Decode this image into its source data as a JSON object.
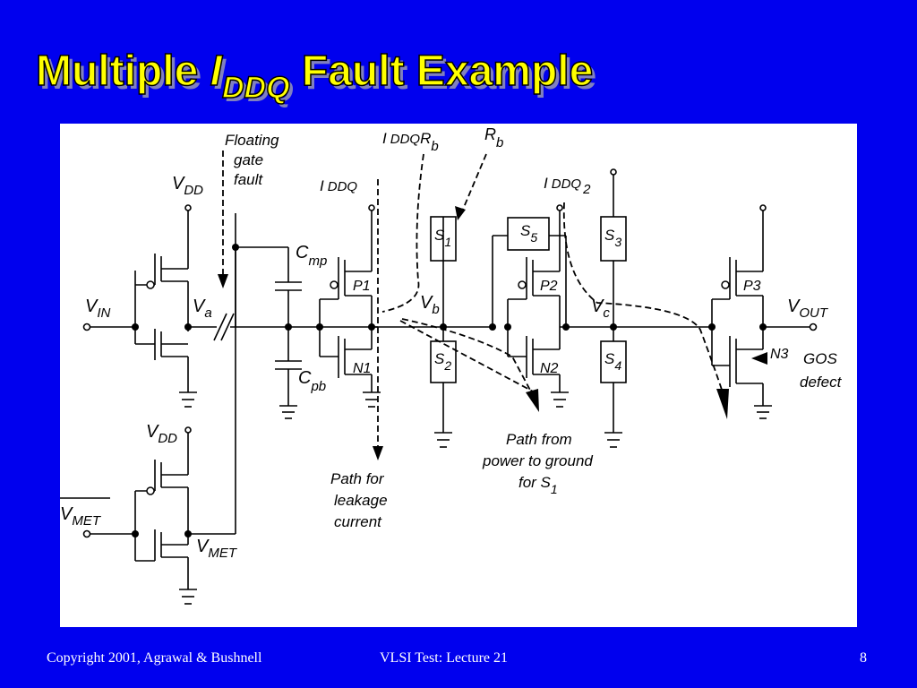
{
  "slide": {
    "title_part1": "Multiple ",
    "title_italic": "I",
    "title_sub": "DDQ",
    "title_part2": " Fault Example",
    "footer_left": "Copyright 2001, Agrawal & Bushnell",
    "footer_center": "VLSI Test: Lecture 21",
    "footer_right": "8"
  },
  "colors": {
    "background": "#0000ee",
    "title": "#ffff00",
    "title_shadow": "#8080c0",
    "panel": "#ffffff",
    "ink": "#000000"
  },
  "diagram": {
    "floating_gate_1": "Floating",
    "floating_gate_2": "gate",
    "floating_gate_3": "fault",
    "vdd_v": "V",
    "vdd_sub": "DD",
    "vin_v": "V",
    "vin_sub": "IN",
    "va_v": "V",
    "va_sub": "a",
    "cmp_c": "C",
    "cmp_sub": "mp",
    "cpb_c": "C",
    "cpb_sub": "pb",
    "iddq_i": "I",
    "iddq_sub": "DDQ",
    "iddq_rb_i": "I",
    "iddq_rb_sub": "DDQ",
    "iddq_rb_r": "R",
    "iddq_rb_rsub": "b",
    "rb_r": "R",
    "rb_sub": "b",
    "iddq2_i": "I",
    "iddq2_sub": "DDQ",
    "iddq2_idx": "2",
    "p1": "P1",
    "n1": "N1",
    "p2": "P2",
    "n2": "N2",
    "p3": "P3",
    "n3": "N3",
    "vb_v": "V",
    "vb_sub": "b",
    "vc_v": "V",
    "vc_sub": "c",
    "vout_v": "V",
    "vout_sub": "OUT",
    "s1": "S",
    "s1_sub": "1",
    "s2": "S",
    "s2_sub": "2",
    "s3": "S",
    "s3_sub": "3",
    "s4": "S",
    "s4_sub": "4",
    "s5": "S",
    "s5_sub": "5",
    "gos_1": "GOS",
    "gos_2": "defect",
    "vmet_bar_v": "V",
    "vmet_bar_sub": "MET",
    "vmet_v": "V",
    "vmet_sub": "MET",
    "leak_1": "Path for",
    "leak_2": "leakage",
    "leak_3": "current",
    "pg_1": "Path from",
    "pg_2": "power to ground",
    "pg_3": "for S",
    "pg_3_sub": "1"
  }
}
